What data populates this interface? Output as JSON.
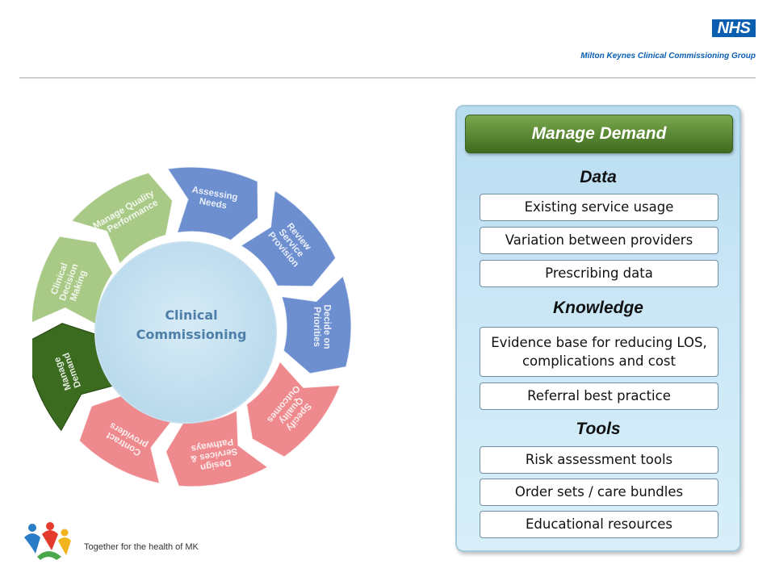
{
  "header": {
    "nhs_logo": "NHS",
    "org_name": "Milton Keynes Clinical Commissioning Group"
  },
  "cycle": {
    "center": [
      "Clinical",
      "Commissioning"
    ],
    "segments": [
      {
        "id": "assessing-needs",
        "lines": [
          "Assessing",
          "Needs"
        ],
        "color": "#6d8fd0",
        "active": false
      },
      {
        "id": "review-service-provision",
        "lines": [
          "Review",
          "Service",
          "Provision"
        ],
        "color": "#6d8fd0",
        "active": false
      },
      {
        "id": "decide-on-priorities",
        "lines": [
          "Decide on",
          "Priorities"
        ],
        "color": "#6d8fd0",
        "active": false
      },
      {
        "id": "specify-quality-outcomes",
        "lines": [
          "Specify",
          "Quality",
          "Outcomes"
        ],
        "color": "#ee8a8e",
        "active": false
      },
      {
        "id": "design-services-pathways",
        "lines": [
          "Design",
          "Services &",
          "Pathways"
        ],
        "color": "#ee8a8e",
        "active": false
      },
      {
        "id": "contract-providers",
        "lines": [
          "Contract",
          "providers"
        ],
        "color": "#ee8a8e",
        "active": false
      },
      {
        "id": "manage-demand",
        "lines": [
          "Manage",
          "Demand"
        ],
        "color": "#3b6b1f",
        "active": true
      },
      {
        "id": "clinical-decision-making",
        "lines": [
          "Clinical",
          "Decision",
          "Making"
        ],
        "color": "#a9c987",
        "active": false
      },
      {
        "id": "manage-quality-performance",
        "lines": [
          "Manage Quality",
          "& Performance"
        ],
        "color": "#a9c987",
        "active": false
      }
    ]
  },
  "panel": {
    "title": "Manage Demand",
    "sections": [
      {
        "heading": "Data",
        "items": [
          "Existing service usage",
          "Variation between providers",
          "Prescribing data"
        ]
      },
      {
        "heading": "Knowledge",
        "items": [
          "Evidence  base for reducing LOS, complications and cost",
          "Referral best practice"
        ]
      },
      {
        "heading": "Tools",
        "items": [
          "Risk assessment tools",
          "Order sets / care bundles",
          "Educational resources"
        ]
      }
    ]
  },
  "footer": {
    "tagline": "Together for the health of MK",
    "logo_colors": [
      "#2a7cc7",
      "#e43b2f",
      "#f2b41c",
      "#4aa84a"
    ]
  }
}
